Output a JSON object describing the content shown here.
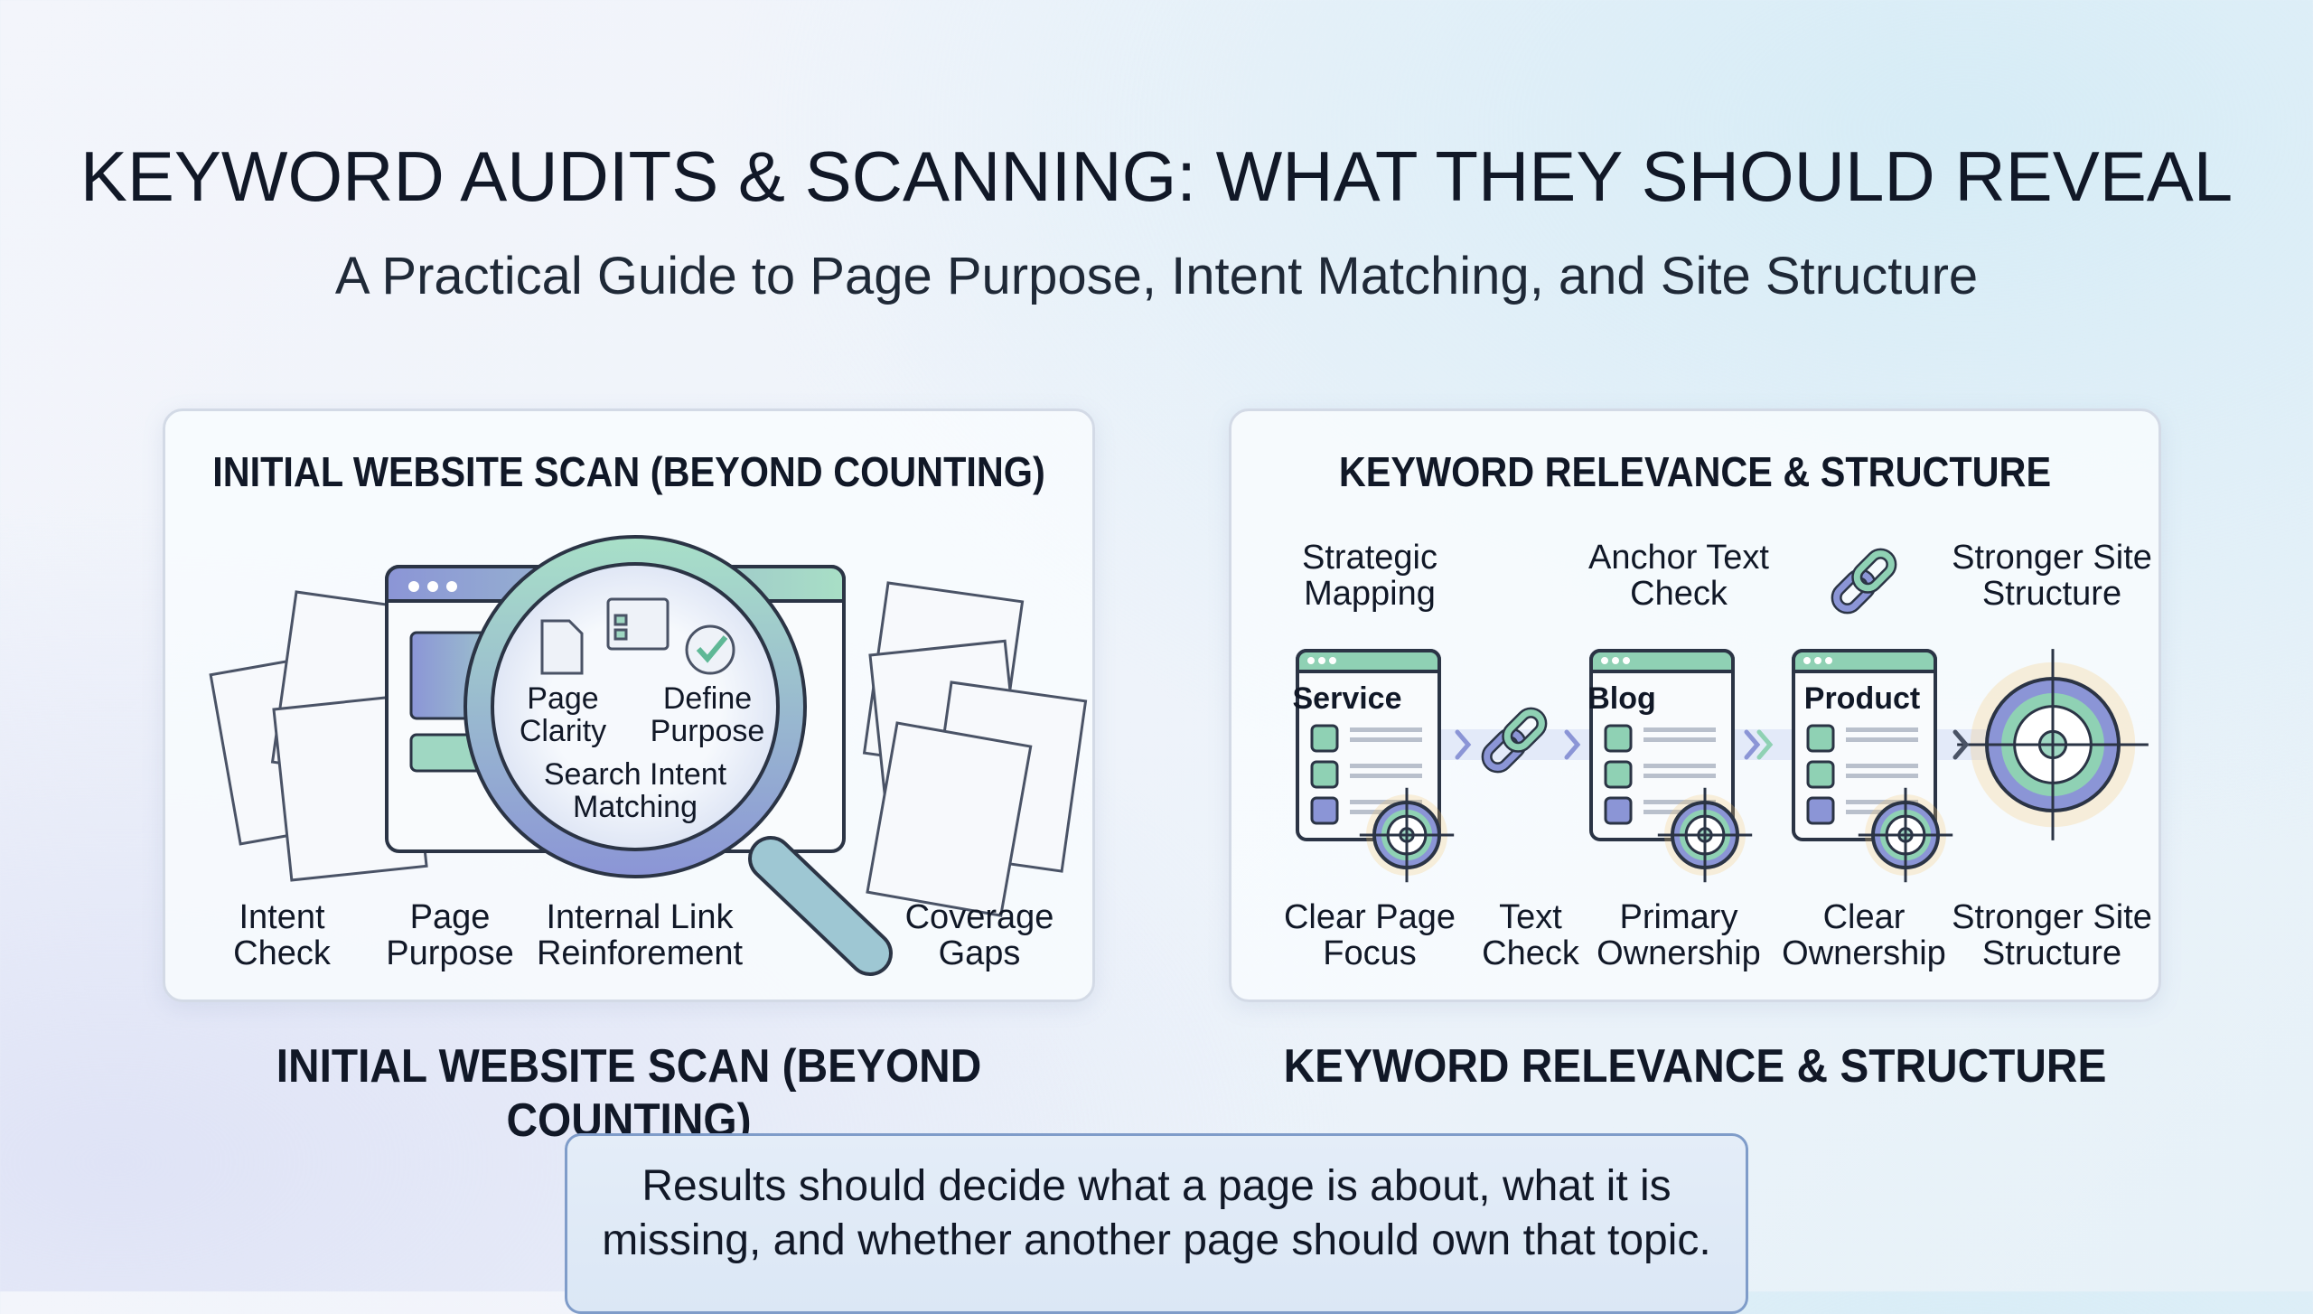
{
  "header": {
    "title": "KEYWORD AUDITS & SCANNING: WHAT THEY SHOULD REVEAL",
    "subtitle": "A Practical Guide to Page Purpose, Intent Matching, and Site Structure"
  },
  "left_panel": {
    "title": "INITIAL WEBSITE SCAN (BEYOND COUNTING)",
    "lens_labels": [
      "Page\nClarity",
      "Define\nPurpose",
      "Search Intent\nMatching"
    ],
    "bottom_labels": [
      "Intent\nCheck",
      "Page\nPurpose",
      "Internal Link\nReinforement",
      "Coverage\nGaps"
    ],
    "caption": "INITIAL WEBSITE SCAN (BEYOND COUNTING)"
  },
  "right_panel": {
    "title": "KEYWORD RELEVANCE & STRUCTURE",
    "top_labels": [
      "Strategic\nMapping",
      "Anchor Text\nCheck",
      "Stronger Site\nStructure"
    ],
    "cards": [
      "Service",
      "Blog",
      "Product"
    ],
    "bottom_labels": [
      "Clear Page\nFocus",
      "Text\nCheck",
      "Primary\nOwnership",
      "Clear\nOwnership",
      "Stronger Site\nStructure"
    ],
    "caption": "KEYWORD RELEVANCE & STRUCTURE"
  },
  "note": {
    "text": "Results should decide what a page is about, what it is missing, and whether another page should own that topic."
  },
  "colors": {
    "green": "#8fd1b4",
    "purple": "#8b95d6",
    "outline": "#2b3445",
    "orange_glow": "#f7c873"
  }
}
